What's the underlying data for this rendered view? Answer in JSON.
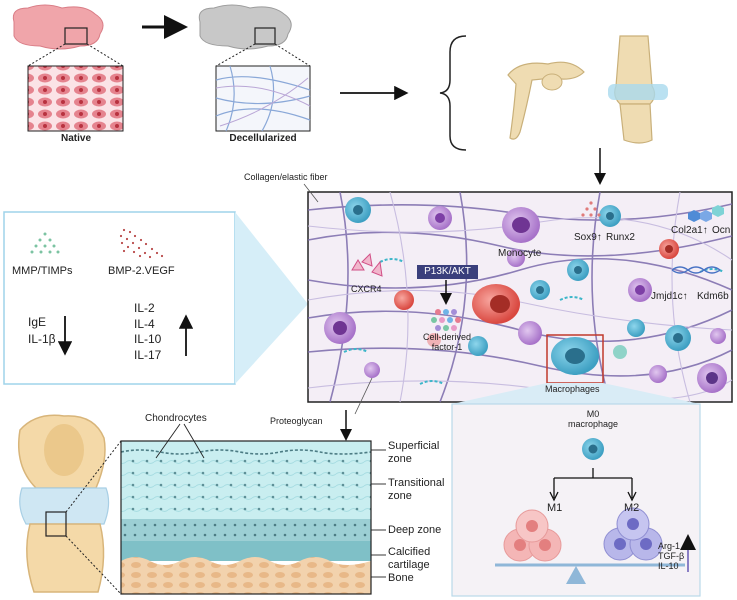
{
  "top": {
    "native": "Native",
    "decellularized": "Decellularized"
  },
  "scaffold": {
    "collagen_label": "Collagen/elastic fiber",
    "monocyte": "Monocyte",
    "sox9": "Sox9↑",
    "runx2": "Runx2",
    "col2a1": "Col2a1↑",
    "ocn": "Ocn",
    "p13k": "P13K/AKT",
    "cxcr4": "CXCR4",
    "cdf1": "Cell-derived",
    "cdf2": "factor-1",
    "jmjd1c": "Jmjd1c↑",
    "kdm6b": "Kdm6b",
    "macrophages": "Macrophages",
    "proteoglycan": "Proteoglycan"
  },
  "immune": {
    "mmp": "MMP/TIMPs",
    "bmp": "BMP-2.VEGF",
    "down": [
      "IgE",
      "IL-1β"
    ],
    "up": [
      "IL-2",
      "IL-4",
      "IL-10",
      "IL-17"
    ]
  },
  "cartilage": {
    "chondrocytes": "Chondrocytes",
    "superficial1": "Superficial",
    "superficial2": "zone",
    "transitional1": "Transitional",
    "transitional2": "zone",
    "deep": "Deep zone",
    "calcified1": "Calcified",
    "calcified2": "cartilage",
    "bone": "Bone"
  },
  "macrophage": {
    "m0_1": "M0",
    "m0_2": "macrophage",
    "m1": "M1",
    "m2": "M2",
    "markers": [
      "Arg-1",
      "TGF-β",
      "IL-10"
    ]
  }
}
